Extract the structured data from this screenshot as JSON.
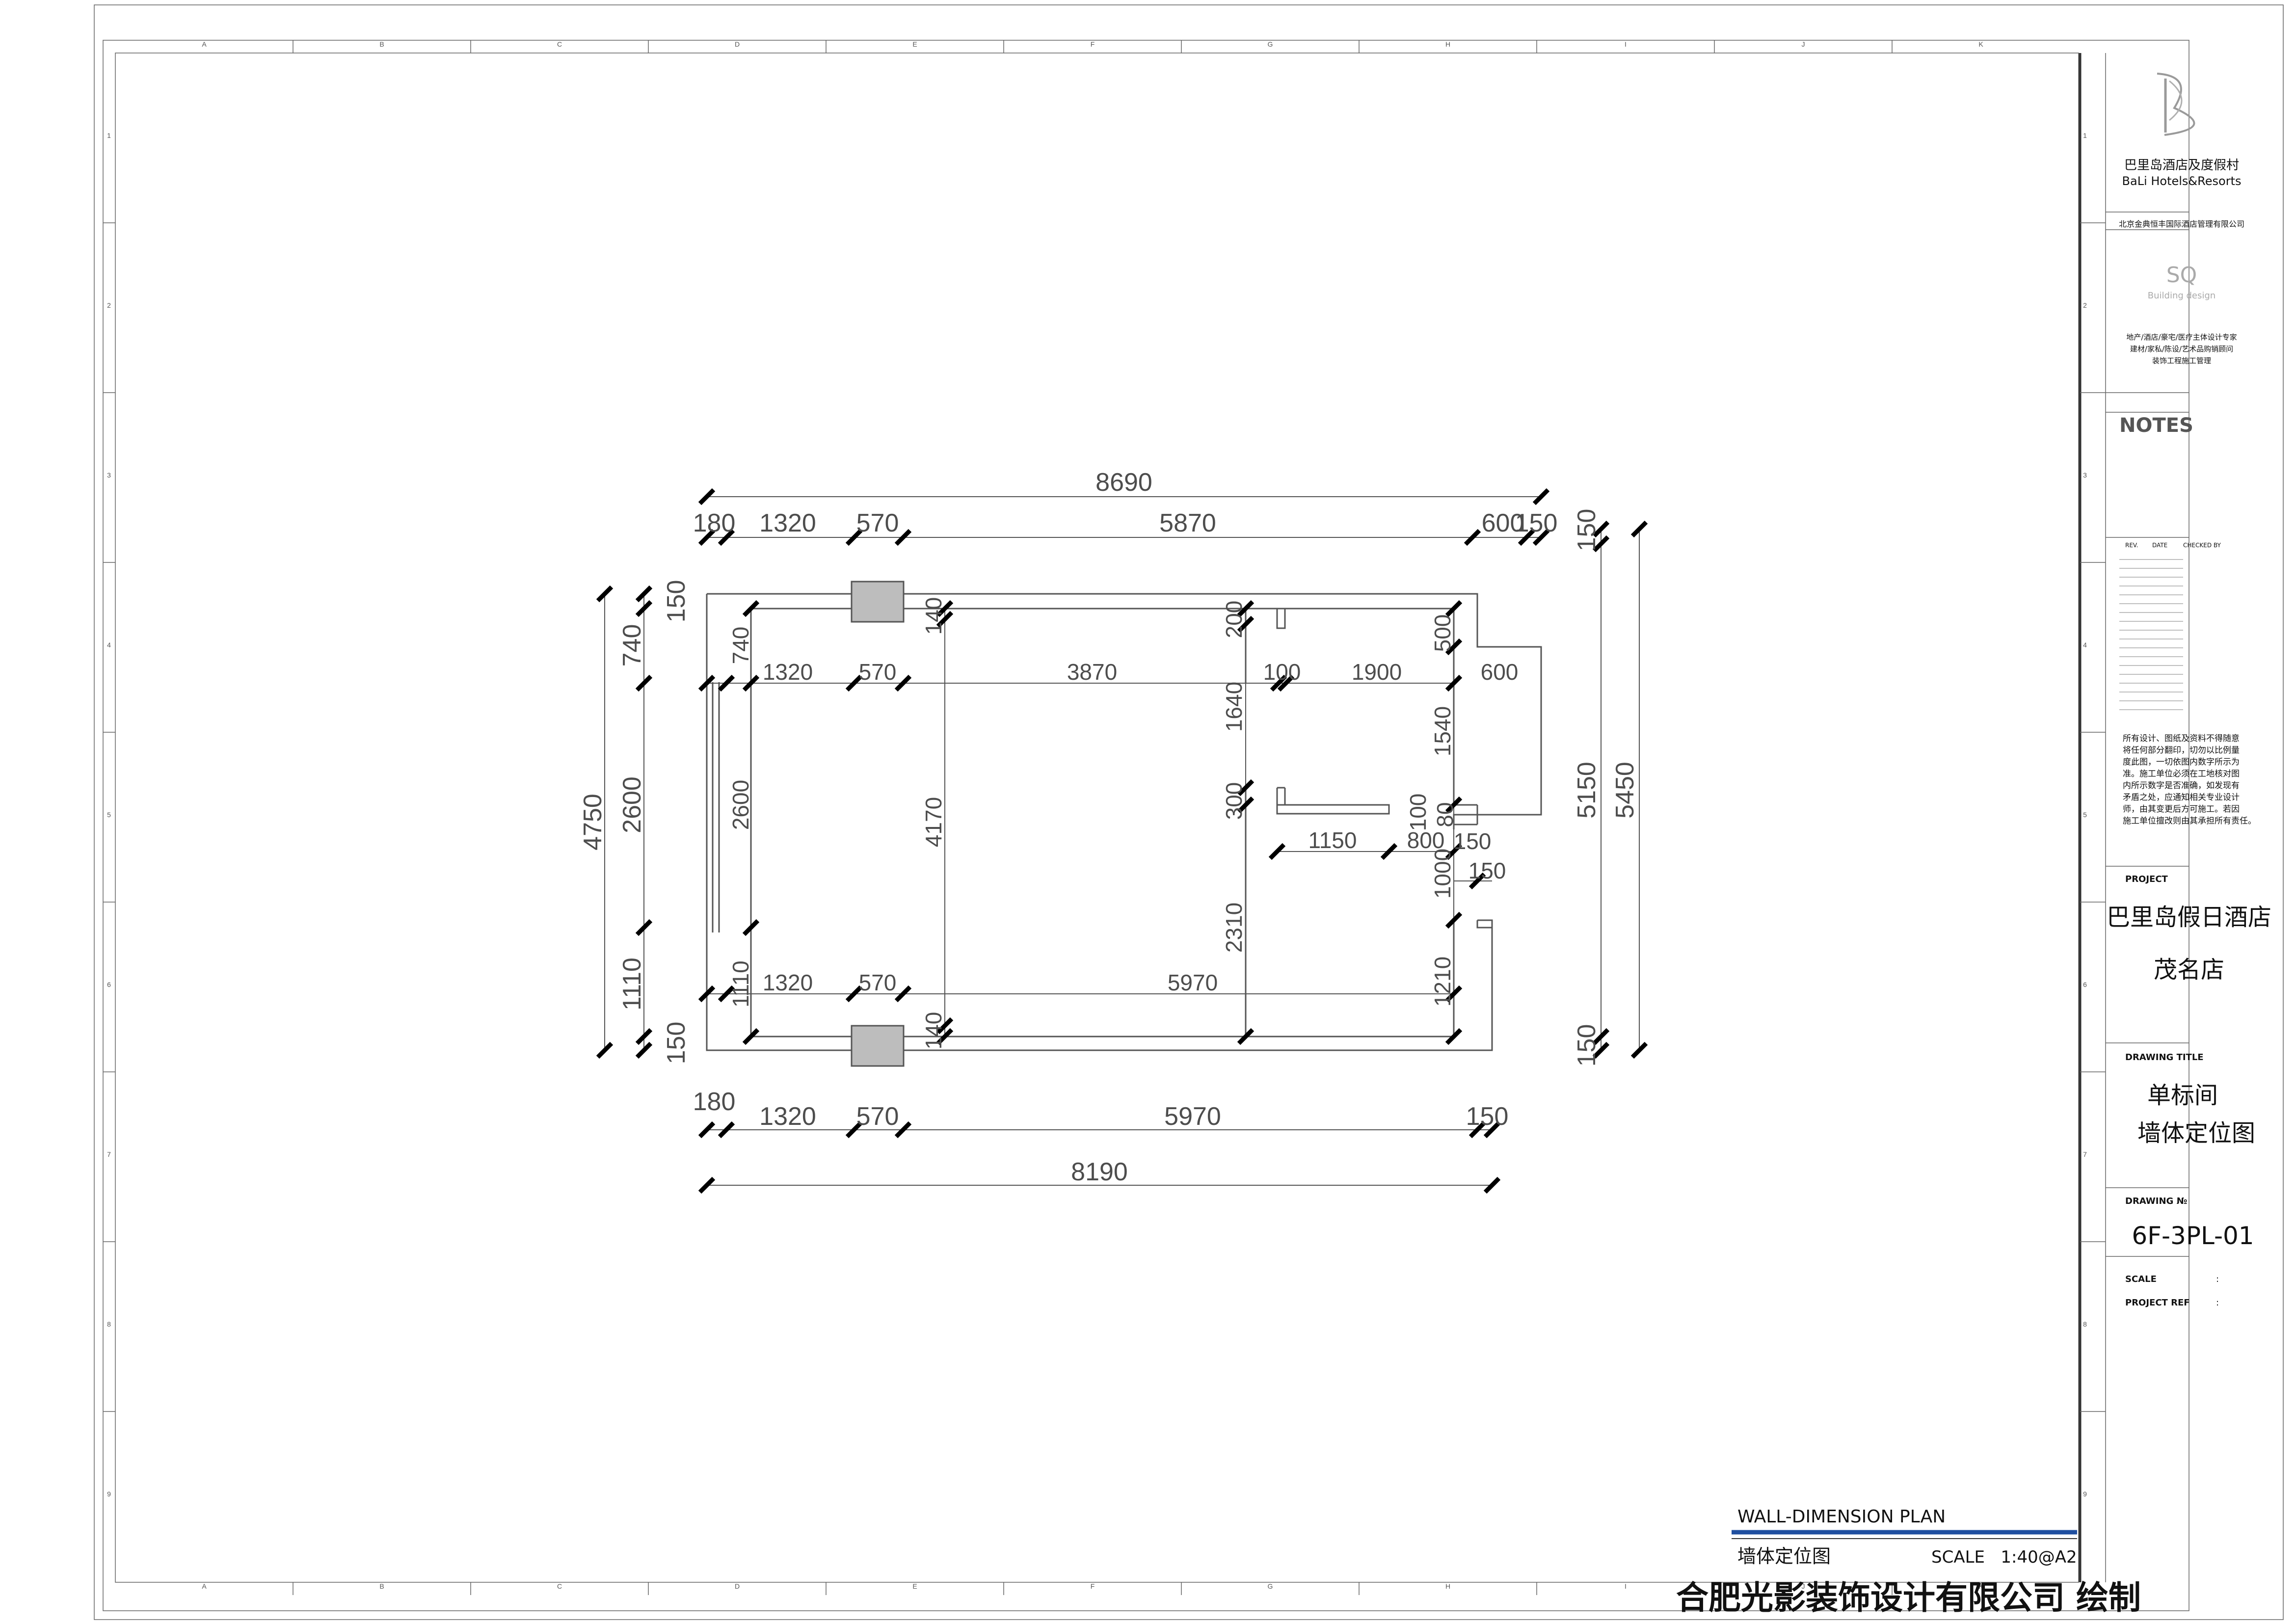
{
  "sheet": {
    "column_labels": [
      "A",
      "B",
      "C",
      "D",
      "E",
      "F",
      "G",
      "H",
      "I",
      "J",
      "K"
    ],
    "row_labels": [
      "1",
      "2",
      "3",
      "4",
      "5",
      "6",
      "7",
      "8",
      "9"
    ]
  },
  "plan": {
    "top_overall": "8690",
    "top_segments": [
      "180",
      "1320",
      "570",
      "5870",
      "600",
      "150"
    ],
    "top_inner_segments": [
      "1320",
      "570",
      "3870",
      "100",
      "1900",
      "600"
    ],
    "bottom_inner_segments": [
      "1320",
      "570",
      "5970"
    ],
    "bottom_segments": [
      "180",
      "1320",
      "570",
      "5970",
      "150"
    ],
    "bottom_overall": "8190",
    "left_overall": "4750",
    "left_segments": [
      "150",
      "740",
      "2600",
      "1110",
      "150"
    ],
    "left_inner": [
      "740",
      "2600",
      "1110"
    ],
    "right_overall_outer": "5450",
    "right_overall_inner": "5150",
    "right_top": "150",
    "right_bottom": "150",
    "interior": {
      "col_4170": "4170",
      "col_140_top": "140",
      "col_140_bottom": "140",
      "mid_200": "200",
      "mid_1640": "1640",
      "mid_300": "300",
      "mid_2310": "2310",
      "bath_500": "500",
      "bath_1540": "1540",
      "bath_100": "100",
      "bath_80": "80",
      "bath_1000": "1000",
      "bath_1210": "1210",
      "bath_150a": "150",
      "bath_150b": "150",
      "seg_1150": "1150",
      "seg_800": "800"
    }
  },
  "title_block": {
    "logo_cn": "巴里岛酒店及度假村",
    "logo_en": "BaLi Hotels&Resorts",
    "company": "北京金典恒丰国际酒店管理有限公司",
    "design_logo": "SQ",
    "design_sub": "Building design",
    "services": [
      "地产/酒店/豪宅/医疗主体设计专家",
      "建材/家私/陈设/艺术品购销顾问",
      "装饰工程施工管理"
    ],
    "notes_label": "NOTES",
    "rev_cols": [
      "REV.",
      "DATE",
      "CHECKED BY"
    ],
    "note_text": [
      "所有设计、图纸及资料不得随意",
      "将任何部分翻印，切勿以比例量",
      "度此图，一切依图内数字所示为",
      "准。施工单位必须在工地核对图",
      "内所示数字是否准确，如发现有",
      "矛盾之处，应通知相关专业设计",
      "师，由其变更后方可施工。若因",
      "施工单位擅改则由其承担所有责任。"
    ],
    "project_label": "PROJECT",
    "project_name": "巴里岛假日酒店",
    "project_branch": "茂名店",
    "drawing_title_label": "DRAWING  TITLE",
    "drawing_title_1": "单标间",
    "drawing_title_2": "墙体定位图",
    "drawing_no_label": "DRAWING №",
    "drawing_no": "6F-3PL-01",
    "scale_label": "SCALE",
    "project_ref_label": "PROJECT REF",
    "colon": ":"
  },
  "footer": {
    "title_en": "WALL-DIMENSION PLAN",
    "title_cn": "墙体定位图",
    "scale": "SCALE   1:40@A2",
    "maker": "合肥光影装饰设计有限公司 绘制"
  }
}
